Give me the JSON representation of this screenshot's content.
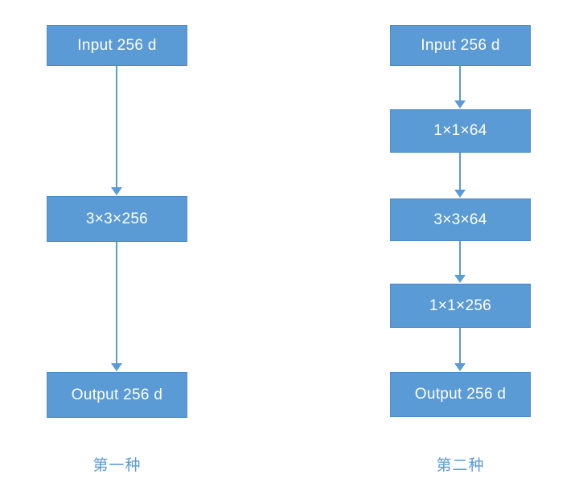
{
  "colors": {
    "box_fill": "#5b9bd5",
    "box_border": "#4e8ac8",
    "box_text": "#ffffff",
    "arrow": "#5b9bd5",
    "caption_text": "#5b9bd5",
    "background": "#ffffff"
  },
  "diagram_left": {
    "caption": "第一种",
    "nodes": [
      {
        "label": "Input 256 d"
      },
      {
        "label": "3×3×256"
      },
      {
        "label": "Output 256 d"
      }
    ]
  },
  "diagram_right": {
    "caption": "第二种",
    "nodes": [
      {
        "label": "Input 256 d"
      },
      {
        "label": "1×1×64"
      },
      {
        "label": "3×3×64"
      },
      {
        "label": "1×1×256"
      },
      {
        "label": "Output 256 d"
      }
    ]
  }
}
